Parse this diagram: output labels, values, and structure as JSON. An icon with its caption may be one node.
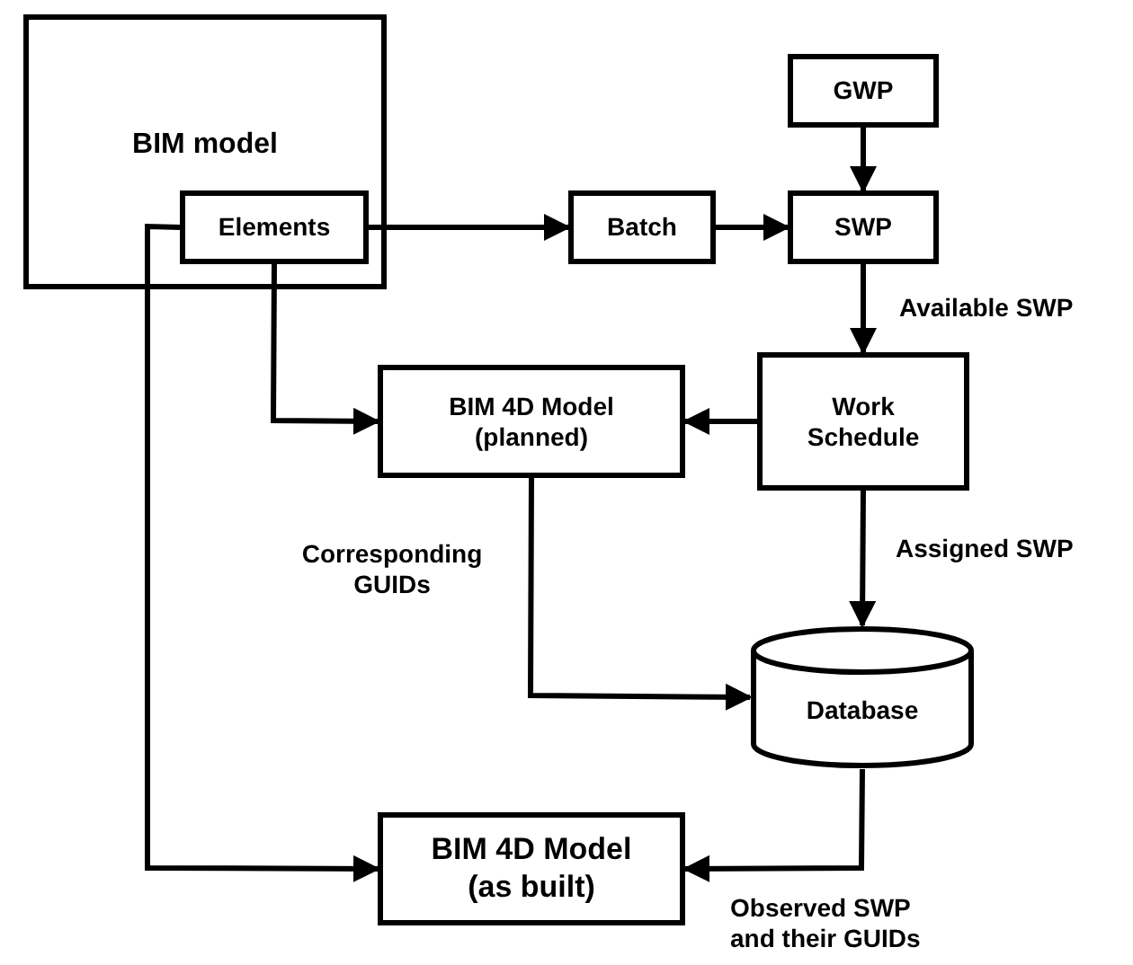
{
  "diagram": {
    "nodes": [
      {
        "text": [
          "BIM model"
        ]
      },
      {
        "text": [
          "Elements"
        ],
        "in": 0
      },
      {
        "text": [
          "Batch"
        ]
      },
      {
        "text": [
          "GWP"
        ]
      },
      {
        "text": [
          "SWP"
        ]
      },
      {
        "text": [
          "Work Schedule"
        ]
      },
      {
        "text": [
          "BIM 4D Model (planned)"
        ]
      },
      {
        "text": [
          "Database"
        ]
      },
      {
        "text": [
          "BIM 4D Model (as built)"
        ]
      }
    ],
    "edges": [
      {
        "from": 1,
        "to": 2,
        "arrow": "to"
      },
      {
        "from": 2,
        "to": 4,
        "arrow": "to"
      },
      {
        "from": 3,
        "to": 4,
        "arrow": "to"
      },
      {
        "from": 4,
        "to": 5,
        "arrow": "to",
        "label": "Available SWP"
      },
      {
        "from": 5,
        "to": 6,
        "arrow": "to"
      },
      {
        "from": 1,
        "to": 6,
        "arrow": "to"
      },
      {
        "from": 5,
        "to": 7,
        "arrow": "to",
        "label": "Assigned SWP"
      },
      {
        "from": 6,
        "to": 7,
        "arrow": "to",
        "label": "Corresponding GUIDs"
      },
      {
        "from": 7,
        "to": 8,
        "arrow": "to",
        "label": "Observed SWP and their GUIDs"
      },
      {
        "from": 1,
        "to": 8,
        "arrow": "to"
      }
    ]
  }
}
